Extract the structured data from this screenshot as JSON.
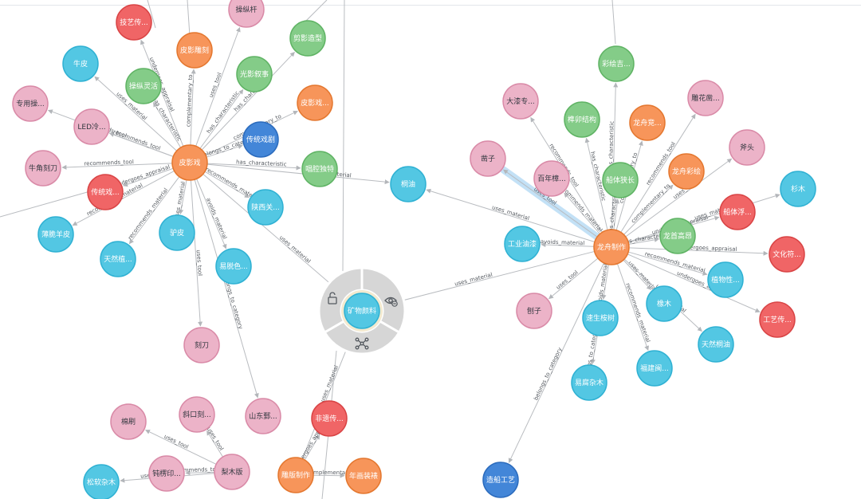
{
  "palette": {
    "orange": {
      "fill": "#f7955a",
      "stroke": "#e4772f"
    },
    "pink": {
      "fill": "#ecb3c8",
      "stroke": "#d98aa7"
    },
    "green": {
      "fill": "#84cc88",
      "stroke": "#5fb364"
    },
    "cyan": {
      "fill": "#53c7e3",
      "stroke": "#2fb1d3"
    },
    "red": {
      "fill": "#f06566",
      "stroke": "#d94445"
    },
    "blue": {
      "fill": "#4386d8",
      "stroke": "#2b6bbd"
    }
  },
  "context_menu": {
    "center_node": "矿物颜料",
    "actions": [
      {
        "name": "unlock-icon"
      },
      {
        "name": "hide-icon"
      },
      {
        "name": "expand-icon"
      }
    ]
  },
  "nodes": [
    {
      "id": "pyx",
      "label": "皮影戏",
      "color": "orange"
    },
    {
      "id": "lzzz",
      "label": "龙舟制作",
      "color": "orange"
    },
    {
      "id": "kwyl",
      "label": "矿物颜料",
      "color": "cyan"
    },
    {
      "id": "jyc",
      "label": "技艺传...",
      "color": "red"
    },
    {
      "id": "czg",
      "label": "操纵杆",
      "color": "pink"
    },
    {
      "id": "jyzx",
      "label": "剪影造型",
      "color": "green"
    },
    {
      "id": "pydk",
      "label": "皮影雕刻",
      "color": "orange"
    },
    {
      "id": "np",
      "label": "牛皮",
      "color": "cyan"
    },
    {
      "id": "czlh",
      "label": "操纵灵活",
      "color": "green"
    },
    {
      "id": "gyxs",
      "label": "光影叙事",
      "color": "green"
    },
    {
      "id": "pyx2",
      "label": "皮影戏...",
      "color": "orange"
    },
    {
      "id": "zycz",
      "label": "专用操...",
      "color": "pink"
    },
    {
      "id": "led",
      "label": "LED冷...",
      "color": "pink"
    },
    {
      "id": "ctxj",
      "label": "传统戏剧",
      "color": "blue"
    },
    {
      "id": "njkd",
      "label": "牛角刻刀",
      "color": "pink"
    },
    {
      "id": "cqdt",
      "label": "唱腔独特",
      "color": "green"
    },
    {
      "id": "ctx",
      "label": "传统戏...",
      "color": "red"
    },
    {
      "id": "tongyou",
      "label": "桐油",
      "color": "cyan"
    },
    {
      "id": "sxg",
      "label": "陕西关...",
      "color": "cyan"
    },
    {
      "id": "bcyp",
      "label": "薄脆羊皮",
      "color": "cyan"
    },
    {
      "id": "lp",
      "label": "驴皮",
      "color": "cyan"
    },
    {
      "id": "trz",
      "label": "天然植...",
      "color": "cyan"
    },
    {
      "id": "ytse",
      "label": "易脱色...",
      "color": "cyan"
    },
    {
      "id": "kd",
      "label": "刻刀",
      "color": "pink"
    },
    {
      "id": "mh",
      "label": "棉刷",
      "color": "pink"
    },
    {
      "id": "xkd",
      "label": "斜口刻...",
      "color": "pink"
    },
    {
      "id": "sdy",
      "label": "山东鄄...",
      "color": "pink"
    },
    {
      "id": "fyc",
      "label": "非遗传...",
      "color": "red"
    },
    {
      "id": "dyy",
      "label": "钝楞印...",
      "color": "pink"
    },
    {
      "id": "smb",
      "label": "梨木版",
      "color": "pink"
    },
    {
      "id": "sszm",
      "label": "松软杂木",
      "color": "cyan"
    },
    {
      "id": "dbzz",
      "label": "雕版制作",
      "color": "orange"
    },
    {
      "id": "nhzs",
      "label": "年画装裱",
      "color": "orange"
    },
    {
      "id": "chj",
      "label": "彩绘吉...",
      "color": "green"
    },
    {
      "id": "dqz",
      "label": "大漆专...",
      "color": "pink"
    },
    {
      "id": "smjg",
      "label": "榫卯结构",
      "color": "green"
    },
    {
      "id": "lzj",
      "label": "龙舟竞...",
      "color": "orange"
    },
    {
      "id": "dhc",
      "label": "雕花凿...",
      "color": "pink"
    },
    {
      "id": "zaozi",
      "label": "凿子",
      "color": "pink"
    },
    {
      "id": "bnc",
      "label": "百年樟...",
      "color": "pink"
    },
    {
      "id": "ctxc",
      "label": "船体狭长",
      "color": "green"
    },
    {
      "id": "lzch",
      "label": "龙舟彩绘",
      "color": "orange"
    },
    {
      "id": "ft",
      "label": "斧头",
      "color": "pink"
    },
    {
      "id": "sm",
      "label": "杉木",
      "color": "cyan"
    },
    {
      "id": "ctf",
      "label": "船体浮...",
      "color": "red"
    },
    {
      "id": "gyyq",
      "label": "工业油漆",
      "color": "cyan"
    },
    {
      "id": "ltgc",
      "label": "龙首高昂",
      "color": "green"
    },
    {
      "id": "whf",
      "label": "文化符...",
      "color": "red"
    },
    {
      "id": "zwx",
      "label": "植物性...",
      "color": "cyan"
    },
    {
      "id": "paozi",
      "label": "刨子",
      "color": "pink"
    },
    {
      "id": "ssas",
      "label": "速生桉树",
      "color": "cyan"
    },
    {
      "id": "xm",
      "label": "橡木",
      "color": "cyan"
    },
    {
      "id": "gyc",
      "label": "工艺传...",
      "color": "red"
    },
    {
      "id": "trty",
      "label": "天然桐油",
      "color": "cyan"
    },
    {
      "id": "fjm",
      "label": "福建闽...",
      "color": "cyan"
    },
    {
      "id": "yfzm",
      "label": "易腐杂木",
      "color": "cyan"
    },
    {
      "id": "zcgy",
      "label": "造船工艺",
      "color": "blue"
    }
  ],
  "edges": [
    {
      "from": "pyx",
      "to": "jyc",
      "label": "undergoes_appraisal"
    },
    {
      "from": "pyx",
      "to": "czg",
      "label": "uses_tool"
    },
    {
      "from": "pyx",
      "to": "jyzx",
      "label": "has_characteristic"
    },
    {
      "from": "pyx",
      "to": "pydk",
      "label": "complementary_to"
    },
    {
      "from": "pyx",
      "to": "np",
      "label": "uses_material"
    },
    {
      "from": "pyx",
      "to": "czlh",
      "label": "has_characteristic"
    },
    {
      "from": "pyx",
      "to": "gyxs",
      "label": "has_characteristic"
    },
    {
      "from": "pyx",
      "to": "pyx2",
      "label": "complementary_to"
    },
    {
      "from": "pyx",
      "to": "zycz",
      "label": "recommends_tool"
    },
    {
      "from": "pyx",
      "to": "led",
      "label": "recommends_tool"
    },
    {
      "from": "pyx",
      "to": "ctxj",
      "label": "belongs_to_category"
    },
    {
      "from": "pyx",
      "to": "njkd",
      "label": "recommends_tool"
    },
    {
      "from": "pyx",
      "to": "cqdt",
      "label": "has_characteristic"
    },
    {
      "from": "pyx",
      "to": "ctx",
      "label": "undergoes_appraisal"
    },
    {
      "from": "pyx",
      "to": "tongyou",
      "label": "uses_material"
    },
    {
      "from": "pyx",
      "to": "sxg",
      "label": "recommends_material"
    },
    {
      "from": "pyx",
      "to": "bcyp",
      "label": "recommends_material"
    },
    {
      "from": "pyx",
      "to": "lp",
      "label": "uses_material"
    },
    {
      "from": "pyx",
      "to": "trz",
      "label": "recommends_material"
    },
    {
      "from": "pyx",
      "to": "ytse",
      "label": "avoids_material"
    },
    {
      "from": "pyx",
      "to": "kd",
      "label": "uses_tool"
    },
    {
      "from": "pyx",
      "to": "kwyl",
      "label": "uses_material"
    },
    {
      "from": "pyx",
      "to": "sdy",
      "label": "belongs_to_category"
    },
    {
      "from": "lzzz",
      "to": "chj",
      "label": "has_characteristic"
    },
    {
      "from": "lzzz",
      "to": "dqz",
      "label": "recommends_tool"
    },
    {
      "from": "lzzz",
      "to": "smjg",
      "label": "has_characteristic"
    },
    {
      "from": "lzzz",
      "to": "lzj",
      "label": "complementary_to"
    },
    {
      "from": "lzzz",
      "to": "dhc",
      "label": "recommends_tool"
    },
    {
      "from": "lzzz",
      "to": "zaozi",
      "label": "uses_tool"
    },
    {
      "from": "lzzz",
      "to": "bnc",
      "label": "recommends_material"
    },
    {
      "from": "lzzz",
      "to": "ctxc",
      "label": "has_characteristic"
    },
    {
      "from": "lzzz",
      "to": "lzch",
      "label": "complementary_to"
    },
    {
      "from": "lzzz",
      "to": "ft",
      "label": "uses_tool"
    },
    {
      "from": "lzzz",
      "to": "sm",
      "label": "uses_material"
    },
    {
      "from": "lzzz",
      "to": "ctf",
      "label": "undergoes_appraisal"
    },
    {
      "from": "lzzz",
      "to": "tongyou",
      "label": "uses_material"
    },
    {
      "from": "lzzz",
      "to": "gyyq",
      "label": "avoids_material"
    },
    {
      "from": "lzzz",
      "to": "ltgc",
      "label": "has_characteristic"
    },
    {
      "from": "lzzz",
      "to": "whf",
      "label": "undergoes_appraisal"
    },
    {
      "from": "lzzz",
      "to": "zwx",
      "label": "recommends_material"
    },
    {
      "from": "lzzz",
      "to": "paozi",
      "label": "uses_tool"
    },
    {
      "from": "lzzz",
      "to": "ssas",
      "label": "avoids_material"
    },
    {
      "from": "lzzz",
      "to": "xm",
      "label": "uses_material"
    },
    {
      "from": "lzzz",
      "to": "gyc",
      "label": "undergoes_appraisal"
    },
    {
      "from": "lzzz",
      "to": "trty",
      "label": "uses_material"
    },
    {
      "from": "lzzz",
      "to": "fjm",
      "label": "recommends_material"
    },
    {
      "from": "lzzz",
      "to": "kwyl",
      "label": "uses_material"
    },
    {
      "from": "lzzz",
      "to": "zcgy",
      "label": "belongs_to_category"
    },
    {
      "from": "smb",
      "to": "xkd",
      "label": "uses_tool"
    },
    {
      "from": "smb",
      "to": "dyy",
      "label": "recommends_tool"
    },
    {
      "from": "smb",
      "to": "mh",
      "label": "uses_tool"
    },
    {
      "from": "smb",
      "to": "sszm",
      "label": "uses_material"
    },
    {
      "from": "dbzz",
      "to": "kwyl",
      "label": "uses_material"
    },
    {
      "from": "dbzz",
      "to": "fyc",
      "label": "undergoes_appraisal"
    },
    {
      "from": "dbzz",
      "to": "nhzs",
      "label": "complementary_to"
    },
    {
      "from": "ssas",
      "to": "yfzm",
      "label": "belongs_to_category"
    }
  ]
}
